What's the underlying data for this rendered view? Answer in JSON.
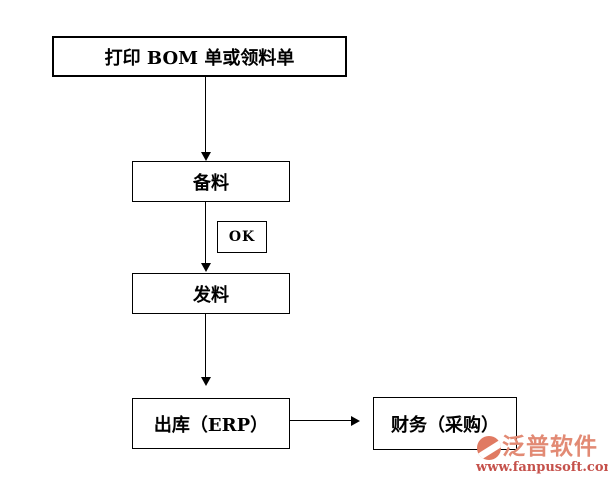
{
  "flowchart": {
    "nodes": [
      {
        "id": "print-bom",
        "label": "打印 BOM 单或领料单"
      },
      {
        "id": "beiliao",
        "label": "备料"
      },
      {
        "id": "ok",
        "label": "OK"
      },
      {
        "id": "faliao",
        "label": "发料"
      },
      {
        "id": "chuku-erp",
        "label": "出库（ERP）"
      },
      {
        "id": "caiwu-caigou",
        "label": "财务（采购）"
      }
    ],
    "connectors": [
      {
        "from": "print-bom",
        "to": "beiliao",
        "type": "arrow-down"
      },
      {
        "from": "beiliao",
        "to": "faliao",
        "type": "arrow-down",
        "annotation": "OK"
      },
      {
        "from": "faliao",
        "to": "chuku-erp",
        "type": "arrow-down"
      },
      {
        "from": "chuku-erp",
        "to": "caiwu-caigou",
        "type": "arrow-right"
      }
    ],
    "colors": {
      "background": "#ffffff",
      "box_border": "#000000",
      "text": "#000000"
    }
  },
  "watermark": {
    "brand": "泛普软件",
    "url": "www.fanpusoft.com",
    "icon": "fanpu-logo-icon",
    "brand_color": "#e28a74",
    "url_color": "#c5514b",
    "icon_color": "#e07a62"
  }
}
